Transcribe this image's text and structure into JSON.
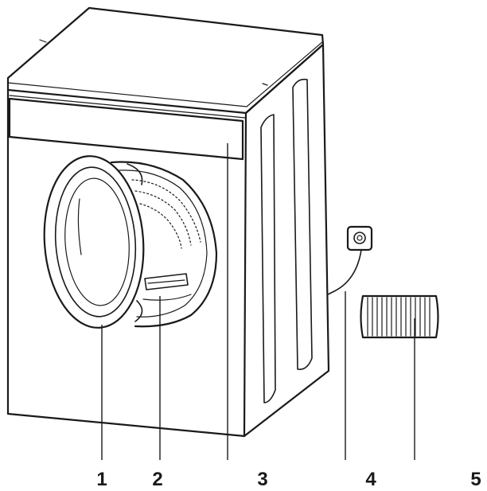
{
  "callouts": [
    {
      "id": "1",
      "label": "1"
    },
    {
      "id": "2",
      "label": "2"
    },
    {
      "id": "3",
      "label": "3"
    },
    {
      "id": "4",
      "label": "4"
    },
    {
      "id": "5",
      "label": "5"
    }
  ],
  "colors": {
    "line": "#1a1a1a",
    "background": "#ffffff"
  },
  "icons": {
    "appliance": "tumble-dryer-illustration",
    "socket": "wall-socket-icon",
    "filter": "ribbed-filter-part"
  }
}
